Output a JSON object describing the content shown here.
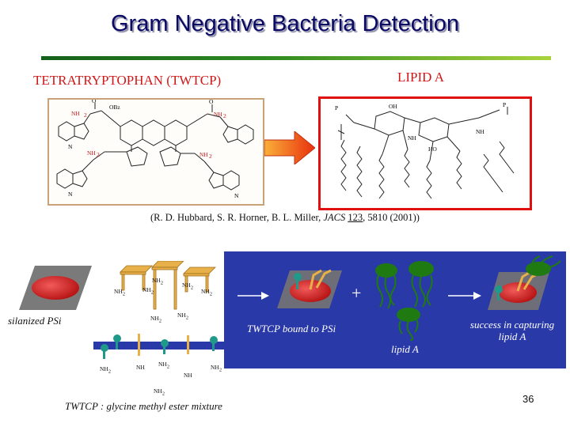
{
  "title": "Gram Negative Bacteria Detection",
  "headers": {
    "left": "TETRATRYPTOPHAN (TWTCP)",
    "right": "LIPID A"
  },
  "citation": {
    "prefix": "(R. D. Hubbard, S. R. Horner, B. L. Miller, ",
    "journal": "JACS",
    "volume": "123",
    "rest": ", 5810 (2001))"
  },
  "structure_labels": {
    "nh2": "NH",
    "sub2": "2",
    "obz": "OBz",
    "o": "O",
    "oh": "OH",
    "ho": "HO",
    "nh": "NH",
    "p": "P",
    "n": "N"
  },
  "diagram": {
    "nh2": "NH",
    "sub2": "2",
    "nh": "NH",
    "silanized_label": "silanized PSi",
    "twtcp_bound_label": "TWTCP bound to PSi",
    "lipid_label": "lipid A",
    "success_label": "success in capturing lipid A",
    "plus": "+",
    "mixture_label": "TWTCP : glycine methyl ester mixture"
  },
  "slide_number": "36",
  "colors": {
    "title": "#0a0a66",
    "header_red": "#d01818",
    "panel_blue": "#2a39a8",
    "arrow_orange": "#f06010",
    "bacteria_green": "#1f7a12",
    "psi_red": "#d81818"
  }
}
